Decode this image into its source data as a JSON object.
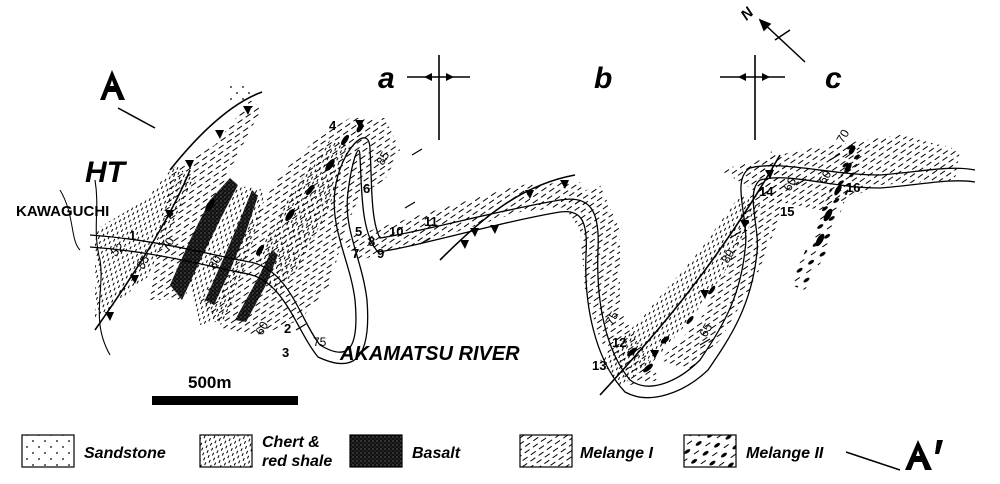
{
  "labels": {
    "section_start": "A",
    "section_end": "A'",
    "fold_a": "a",
    "fold_b": "b",
    "fold_c": "c",
    "ht": "HT",
    "kawaguchi": "KAWAGUCHI",
    "river": "AKAMATSU RIVER",
    "north": "N"
  },
  "scale_bar": {
    "label": "500m"
  },
  "legend": [
    {
      "label": "Sandstone",
      "pattern": "dots"
    },
    {
      "label": "Chert &",
      "label2": "red shale",
      "pattern": "chert"
    },
    {
      "label": "Basalt",
      "pattern": "basalt"
    },
    {
      "label": "Melange I",
      "pattern": "melange1"
    },
    {
      "label": "Melange II",
      "pattern": "melange2"
    }
  ],
  "stations": [
    "1",
    "2",
    "3",
    "4",
    "5",
    "6",
    "7",
    "8",
    "9",
    "10",
    "11",
    "12",
    "13",
    "14",
    "15",
    "16"
  ],
  "dips": [
    "52",
    "85",
    "70",
    "80",
    "60",
    "75",
    "85",
    "75",
    "65",
    "80",
    "60",
    "60",
    "70"
  ]
}
